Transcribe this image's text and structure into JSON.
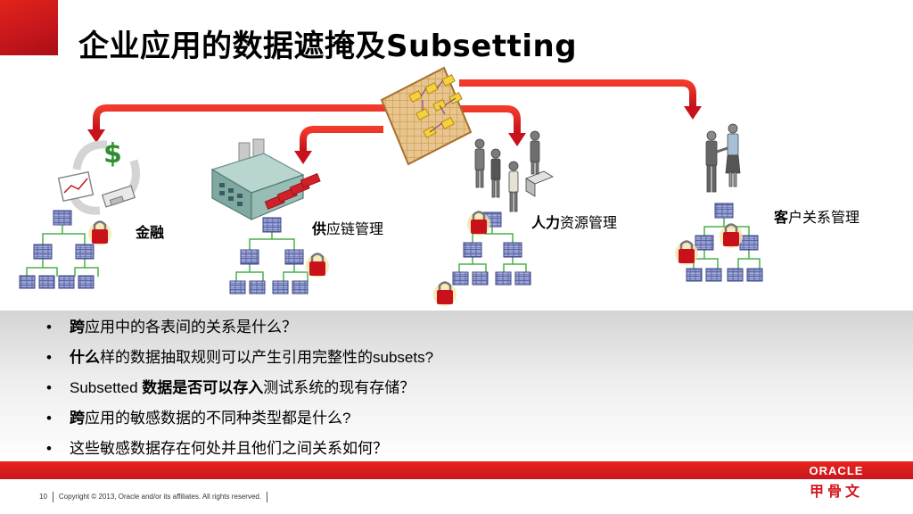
{
  "slide": {
    "title": "企业应用的数据遮掩及Subsetting",
    "labels": {
      "finance": "金融",
      "supply_bold": "供",
      "supply_rest": "应链管理",
      "hr_bold": "人力",
      "hr_rest": "资源管理",
      "crm_bold": "客",
      "crm_rest": "户关系管理"
    },
    "bullets": [
      {
        "bold": "跨",
        "rest": "应用中的各表间的关系是什么？"
      },
      {
        "bold": "什么",
        "rest": "样的数据抽取规则可以产生引用完整性的subsets?"
      },
      {
        "pre": "Subsetted ",
        "bold": "数据是否可以存入",
        "rest": "测试系统的现有存储？"
      },
      {
        "bold": "跨",
        "rest": "应用的敏感数据的不同种类型都是什么?"
      },
      {
        "bold": "",
        "rest": "这些敏感数据存在何处并且他们之间关系如何？"
      }
    ],
    "footer": {
      "page": "10",
      "copyright": "Copyright © 2013, Oracle and/or its affiliates. All rights reserved."
    },
    "logo": {
      "en": "ORACLE",
      "cn": "甲骨文"
    },
    "colors": {
      "accent": "#d2161e",
      "panel": "#e4e4e4"
    }
  }
}
